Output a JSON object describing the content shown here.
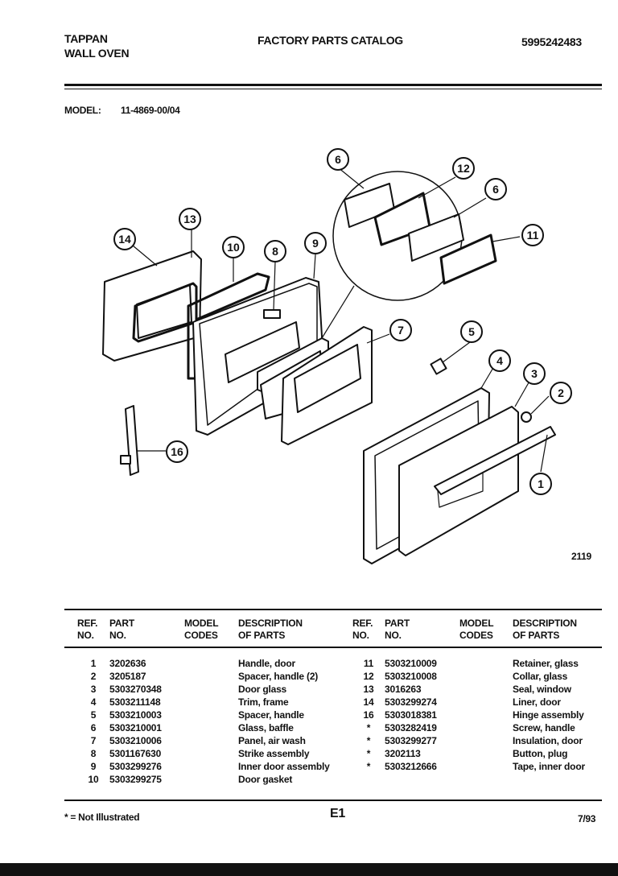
{
  "header": {
    "brand_line1": "TAPPAN",
    "brand_line2": "WALL OVEN",
    "catalog_title": "FACTORY PARTS CATALOG",
    "catalog_number": "5995242483"
  },
  "model": {
    "label": "MODEL:",
    "value": "11-4869-00/04"
  },
  "diagram": {
    "figure_number": "2119",
    "callouts": [
      "1",
      "2",
      "3",
      "4",
      "5",
      "6",
      "7",
      "8",
      "9",
      "10",
      "11",
      "12",
      "13",
      "14",
      "16"
    ]
  },
  "table": {
    "columns": {
      "ref_line1": "REF.",
      "ref_line2": "NO.",
      "part_line1": "PART",
      "part_line2": "NO.",
      "model_line1": "MODEL",
      "model_line2": "CODES",
      "desc_line1": "DESCRIPTION",
      "desc_line2": "OF PARTS"
    },
    "left_rows": [
      {
        "ref": "1",
        "part": "3202636",
        "desc": "Handle, door"
      },
      {
        "ref": "2",
        "part": "3205187",
        "desc": "Spacer, handle (2)"
      },
      {
        "ref": "3",
        "part": "5303270348",
        "desc": "Door glass"
      },
      {
        "ref": "4",
        "part": "5303211148",
        "desc": "Trim, frame"
      },
      {
        "ref": "5",
        "part": "5303210003",
        "desc": "Spacer, handle"
      },
      {
        "ref": "6",
        "part": "5303210001",
        "desc": "Glass, baffle"
      },
      {
        "ref": "7",
        "part": "5303210006",
        "desc": "Panel, air wash"
      },
      {
        "ref": "8",
        "part": "5301167630",
        "desc": "Strike assembly"
      },
      {
        "ref": "9",
        "part": "5303299276",
        "desc": "Inner door assembly"
      },
      {
        "ref": "10",
        "part": "5303299275",
        "desc": "Door gasket"
      }
    ],
    "right_rows": [
      {
        "ref": "11",
        "part": "5303210009",
        "desc": "Retainer, glass"
      },
      {
        "ref": "12",
        "part": "5303210008",
        "desc": "Collar, glass"
      },
      {
        "ref": "13",
        "part": "3016263",
        "desc": "Seal, window"
      },
      {
        "ref": "14",
        "part": "5303299274",
        "desc": "Liner, door"
      },
      {
        "ref": "16",
        "part": "5303018381",
        "desc": "Hinge assembly"
      },
      {
        "ref": "*",
        "part": "5303282419",
        "desc": "Screw, handle"
      },
      {
        "ref": "*",
        "part": "5303299277",
        "desc": "Insulation, door"
      },
      {
        "ref": "*",
        "part": "3202113",
        "desc": "Button, plug"
      },
      {
        "ref": "*",
        "part": "5303212666",
        "desc": "Tape, inner door"
      }
    ]
  },
  "footer": {
    "note": "* = Not Illustrated",
    "page": "E1",
    "date": "7/93"
  }
}
